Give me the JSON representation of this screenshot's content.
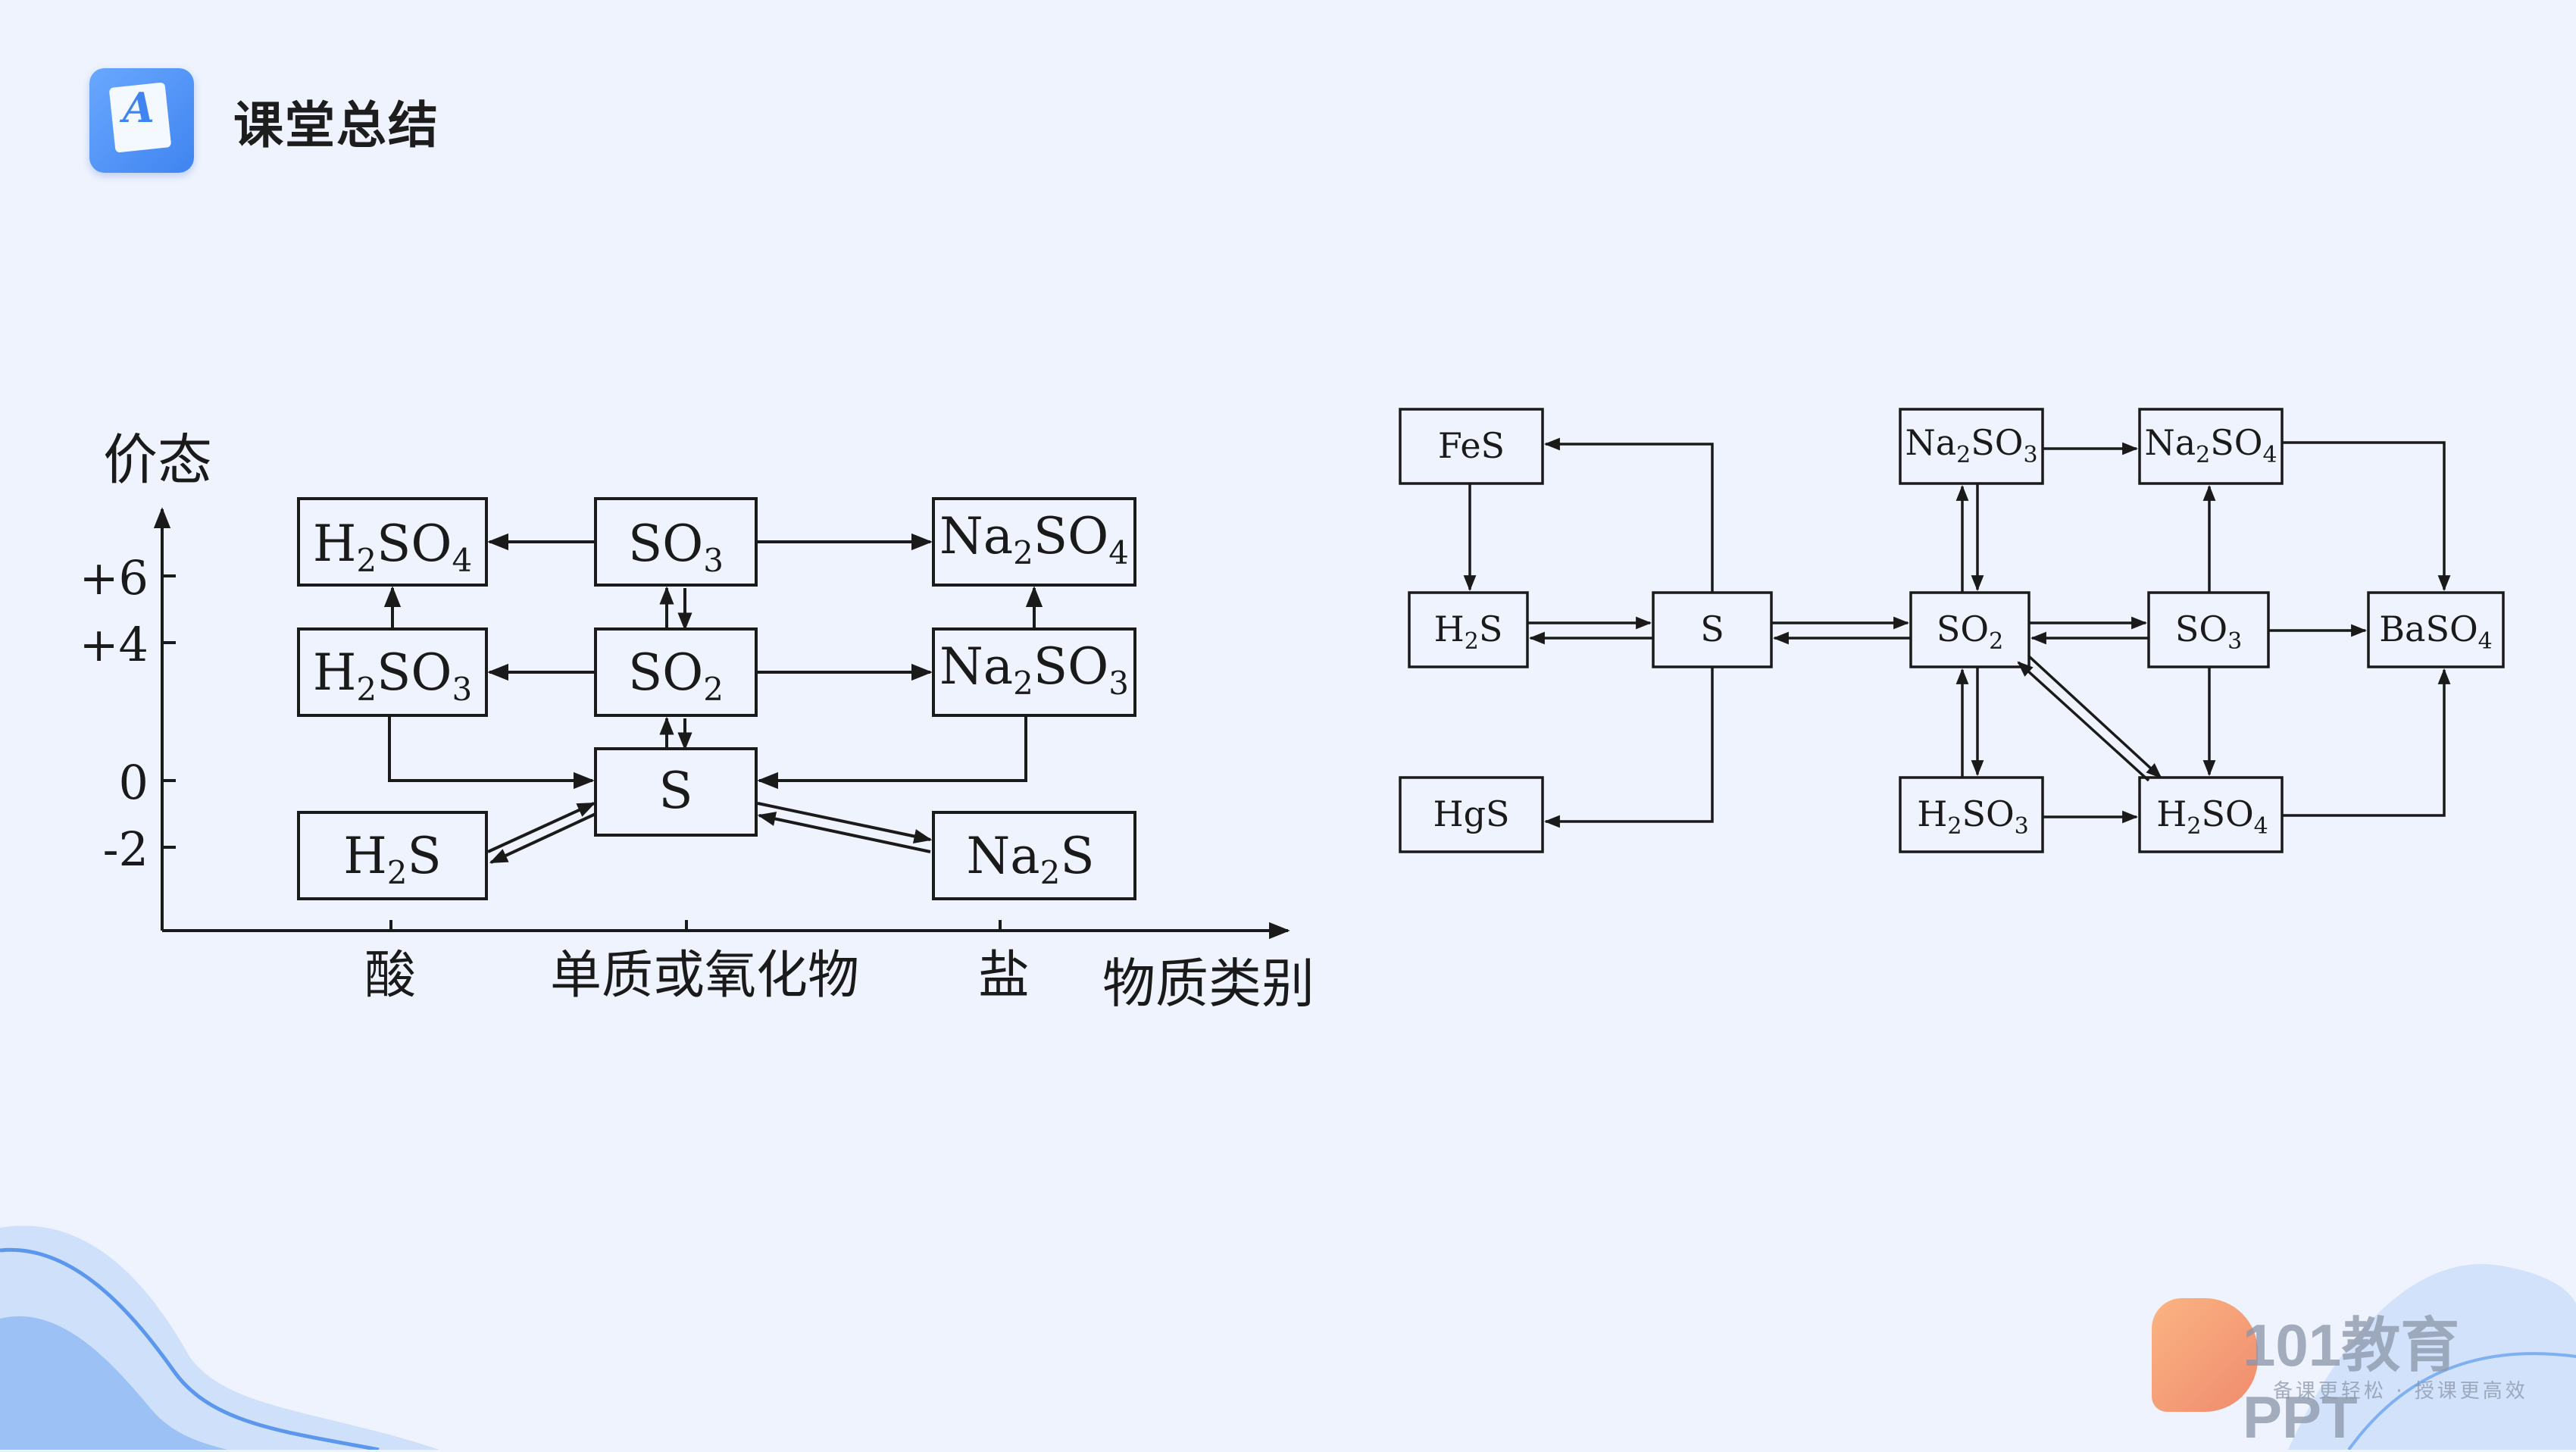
{
  "header": {
    "title": "课堂总结",
    "icon": "document-a-icon"
  },
  "left_diagram": {
    "y_axis_label": "价态",
    "x_axis_label": "物质类别",
    "y_ticks": [
      "+6",
      "+4",
      "0",
      "-2"
    ],
    "categories": [
      "酸",
      "单质或氧化物",
      "盐"
    ],
    "boxes": {
      "h2so4": {
        "main": "H",
        "sub1": "2",
        "mid": "SO",
        "sub2": "4"
      },
      "so3": {
        "main": "SO",
        "sub1": "3"
      },
      "na2so4": {
        "main": "Na",
        "sub1": "2",
        "mid": "SO",
        "sub2": "4"
      },
      "h2so3": {
        "main": "H",
        "sub1": "2",
        "mid": "SO",
        "sub2": "3"
      },
      "so2": {
        "main": "SO",
        "sub1": "2"
      },
      "na2so3": {
        "main": "Na",
        "sub1": "2",
        "mid": "SO",
        "sub2": "3"
      },
      "s": {
        "main": "S"
      },
      "h2s": {
        "main": "H",
        "sub1": "2",
        "mid": "S"
      },
      "na2s": {
        "main": "Na",
        "sub1": "2",
        "mid": "S"
      }
    }
  },
  "right_diagram": {
    "boxes": {
      "fes": {
        "main": "FeS"
      },
      "h2s": {
        "main": "H",
        "sub1": "2",
        "mid": "S"
      },
      "hgs": {
        "main": "HgS"
      },
      "s": {
        "main": "S"
      },
      "na2so3": {
        "main": "Na",
        "sub1": "2",
        "mid": "SO",
        "sub2": "3"
      },
      "na2so4": {
        "main": "Na",
        "sub1": "2",
        "mid": "SO",
        "sub2": "4"
      },
      "so2": {
        "main": "SO",
        "sub1": "2"
      },
      "so3": {
        "main": "SO",
        "sub1": "3"
      },
      "baso4": {
        "main": "BaSO",
        "sub1": "4"
      },
      "h2so3": {
        "main": "H",
        "sub1": "2",
        "mid": "SO",
        "sub2": "3"
      },
      "h2so4": {
        "main": "H",
        "sub1": "2",
        "mid": "SO",
        "sub2": "4"
      }
    }
  },
  "watermark": {
    "brand": "101教育PPT",
    "slogan": "备课更轻松 · 授课更高效"
  }
}
